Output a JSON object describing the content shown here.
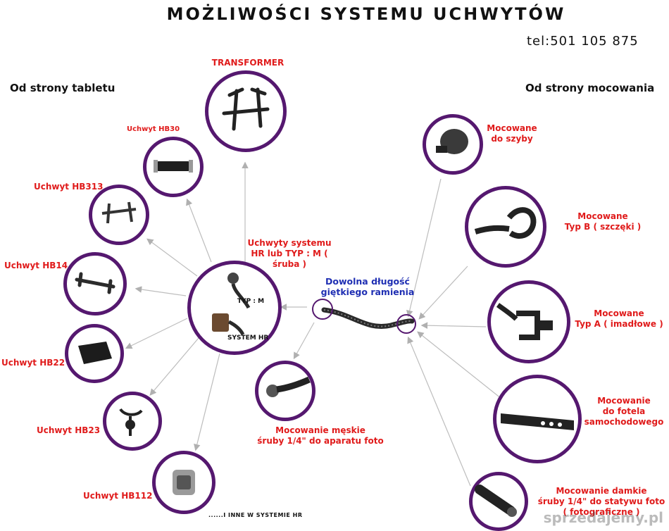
{
  "header": {
    "title": "MOŻLIWOŚCI SYSTEMU UCHWYTÓW",
    "phone": "tel:501 105 875"
  },
  "sections": {
    "left": "Od strony tabletu",
    "right": "Od strony mocowania"
  },
  "top": {
    "transformer": "TRANSFORMER"
  },
  "hub": {
    "line1": "Uchwyty systemu",
    "line2": "HR lub  TYP : M ( śruba )",
    "tag_m": "TYP : M",
    "tag_hr": "SYSTEM HR"
  },
  "arm": {
    "line1": "Dowolna  długość",
    "line2": "giętkiego ramienia"
  },
  "male_mount": {
    "line1": "Mocowanie męskie",
    "line2": "śruby  1/4\"  do aparatu foto"
  },
  "holders": [
    {
      "label": "Uchwyt HB30"
    },
    {
      "label": "Uchwyt HB313"
    },
    {
      "label": "Uchwyt HB14"
    },
    {
      "label": "Uchwyt HB22"
    },
    {
      "label": "Uchwyt HB23"
    },
    {
      "label": "Uchwyt HB112"
    }
  ],
  "others_note": "......I INNE W SYSTEMIE HR",
  "mounts": [
    {
      "line1": "Mocowane",
      "line2": "do szyby",
      "line3": ""
    },
    {
      "line1": "Mocowane",
      "line2": "Typ B ( szczęki )",
      "line3": ""
    },
    {
      "line1": "Mocowane",
      "line2": "Typ A  ( imadłowe )",
      "line3": ""
    },
    {
      "line1": "Mocowanie",
      "line2": "do fotela",
      "line3": "samochodowego"
    },
    {
      "line1": "Mocowanie damkie",
      "line2": "śruby  1/4\"  do statywu foto",
      "line3": "( fotograficzne )"
    }
  ],
  "watermark": "sprzedajemy.pl",
  "colors": {
    "ring": "#55186f",
    "label_red": "#e01b1b",
    "label_blue": "#1f2fb3",
    "arrow": "#b9b9b9"
  }
}
